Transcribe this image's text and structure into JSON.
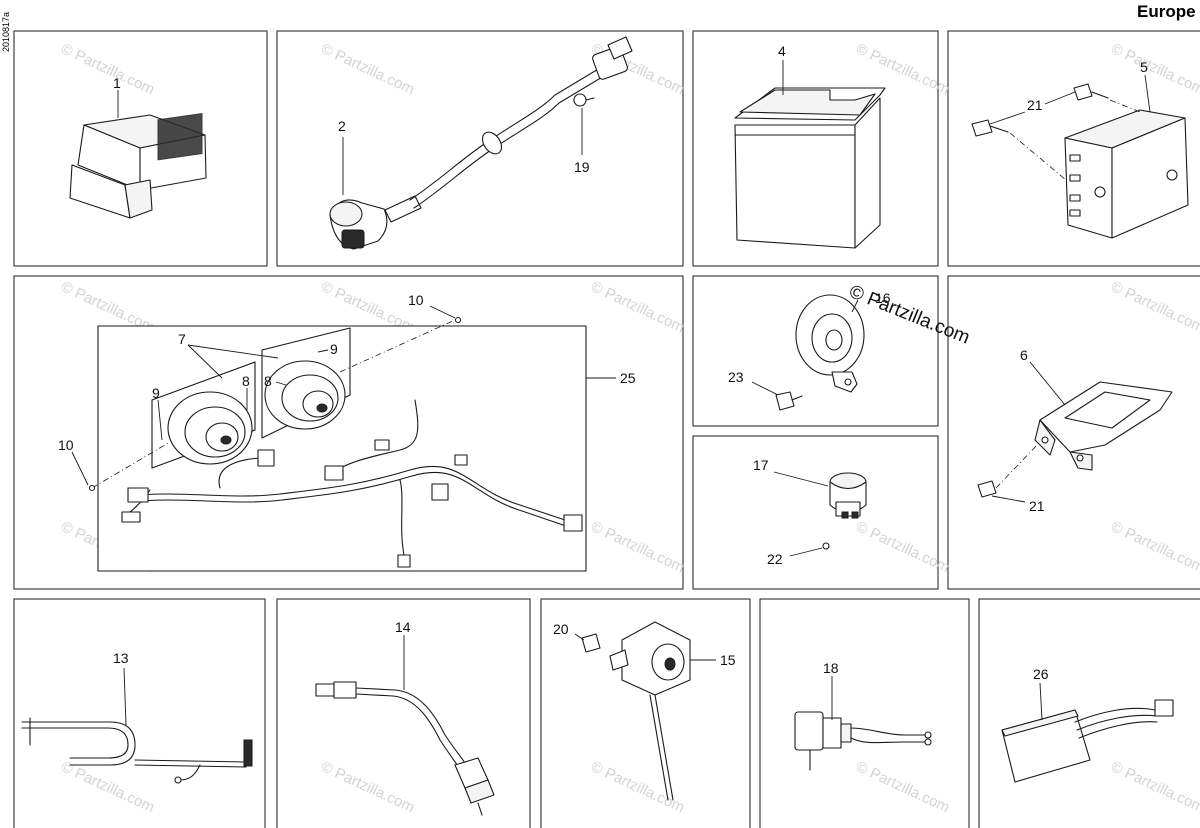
{
  "header": {
    "region_label": "Europe",
    "drawing_ref": "2010817a"
  },
  "watermark": {
    "text": "© Partzilla.com",
    "overlay_text": "© Partzilla.com"
  },
  "callouts": {
    "p1": "1",
    "p2": "2",
    "p19": "19",
    "p4": "4",
    "p21a": "21",
    "p5": "5",
    "p10a": "10",
    "p10b": "10",
    "p7": "7",
    "p9a": "9",
    "p9b": "9",
    "p8a": "8",
    "p8b": "8",
    "p25": "25",
    "p16": "16",
    "p23": "23",
    "p6": "6",
    "p21b": "21",
    "p17": "17",
    "p22": "22",
    "p13": "13",
    "p14": "14",
    "p20": "20",
    "p15": "15",
    "p18": "18",
    "p26": "26"
  }
}
